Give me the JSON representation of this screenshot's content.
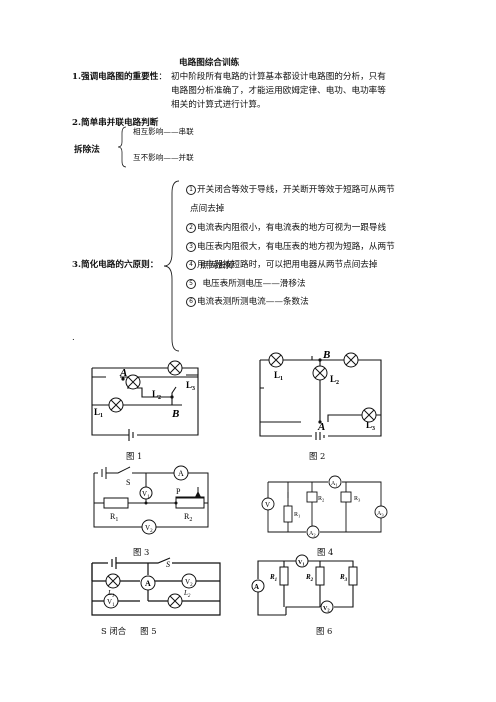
{
  "title": "电路图综合训练",
  "s1": {
    "head": "1.强调电路图的重要性",
    "colon": "：",
    "lines": [
      "初中阶段所有电路的计算基本都设计电路图的分析，只有",
      "电路图分析准确了，才能运用欧姆定律、电功、电功率等",
      "相关的计算式进行计算。"
    ]
  },
  "s2": {
    "head": "2.简单串并联电路判断",
    "method": "拆除法",
    "items": [
      "相互影响——串联",
      "互不影响——并联"
    ]
  },
  "s3": {
    "head": "3.简化电路的六原则：",
    "rules": [
      {
        "n": "1",
        "lines": [
          "开关闭合等效于导线，开关断开等效于短路可从两节",
          "点间去掉"
        ]
      },
      {
        "n": "2",
        "lines": [
          "电流表内阻很小，有电流表的地方可视为一跟导线"
        ]
      },
      {
        "n": "3",
        "lines": [
          "电压表内阻很大，有电压表的地方视为短路，从两节",
          "点间去掉"
        ]
      },
      {
        "n": "4",
        "lines": [
          "用电器被短路时，可以把用电器从两节点间去掉"
        ]
      },
      {
        "n": "5",
        "lines": [
          "  电压表所测电压——滑移法"
        ]
      },
      {
        "n": "6",
        "lines": [
          "电流表测所测电流——条数法"
        ]
      }
    ]
  },
  "dot": ".",
  "figures": {
    "f1": {
      "caption": "图 1",
      "A": "A",
      "B": "B",
      "L1": "L",
      "L1s": "1",
      "L2": "L",
      "L2s": "2",
      "L3": "L",
      "L3s": "3"
    },
    "f2": {
      "caption": "图 2",
      "A": "A",
      "B": "B",
      "L1": "L",
      "L1s": "1",
      "L2": "L",
      "L2s": "2",
      "L3": "L",
      "L3s": "3"
    },
    "f3": {
      "caption": "图 3",
      "S": "S",
      "A": "A",
      "V1": "V",
      "V1s": "1",
      "P": "P",
      "R1": "R",
      "R1s": "1",
      "R2": "R",
      "R2s": "2",
      "V2": "V",
      "V2s": "2"
    },
    "f4": {
      "caption": "图 4",
      "A1": "A",
      "A1s": "1",
      "A2": "A",
      "A2s": "2",
      "A3": "A",
      "A3s": "3",
      "V": "V",
      "R1": "R",
      "R1s": "1",
      "R2": "R",
      "R2s": "2",
      "R3": "R",
      "R3s": "3"
    },
    "f5": {
      "caption_a": "S 闭合",
      "caption_b": "图 5",
      "S": "S",
      "A": "A",
      "L1": "L",
      "L1s": "1",
      "L2": "L",
      "L2s": "2",
      "V1": "V",
      "V1s": "1",
      "V2": "V",
      "V2s": "2"
    },
    "f6": {
      "caption": "图 6",
      "A": "A",
      "V1": "V",
      "V1s": "1",
      "V2": "V",
      "V2s": "2",
      "R1": "R",
      "R1s": "1",
      "R2": "R",
      "R2s": "2",
      "R3": "R",
      "R3s": "3"
    }
  }
}
